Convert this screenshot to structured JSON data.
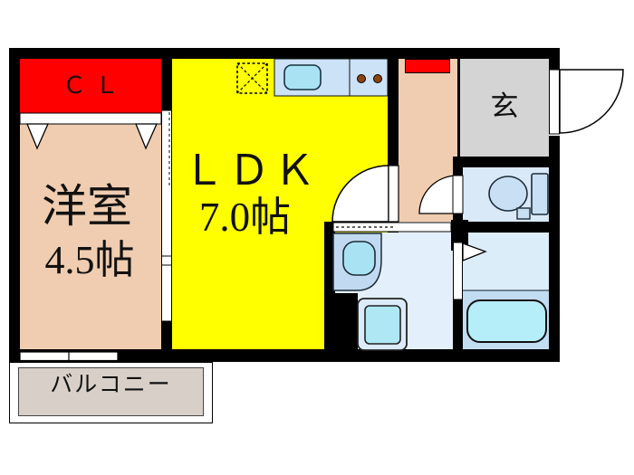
{
  "plan": {
    "type": "apartment-floor-plan",
    "rooms": {
      "closet": {
        "label": "ＣＬ"
      },
      "western_room": {
        "name": "洋室",
        "size": "4.5帖"
      },
      "ldk": {
        "name": "ＬＤＫ",
        "size": "7.0帖"
      },
      "entrance": {
        "label": "玄"
      },
      "balcony": {
        "label": "バルコニー"
      }
    },
    "fixtures": {
      "kitchen_sink": "kitchen sink",
      "stove": "two-burner stove",
      "refrigerator_space": "refrigerator space",
      "toilet": "toilet",
      "washbasin": "washbasin",
      "washing_machine_pan": "washing machine pan",
      "bathtub": "bathtub"
    },
    "colors": {
      "wall": "#000000",
      "ldk_fill": "#FFFF00",
      "room_fill": "#F0CDB0",
      "closet_fill": "#FF0000",
      "entrance_fill": "#D4D4D4",
      "toilet_room_fill": "#D9E9F8",
      "washroom_fill": "#E3F0FB",
      "bathroom_fill": "#DCEDFA",
      "bath_lower_fill": "#C2DDF2",
      "counter_fill": "#CBE2F7",
      "fixture_fill": "#A9E3F3",
      "bathtub_fill": "#B5EEF9",
      "balcony_fill": "#D8D0C8",
      "burner": "#8A4512"
    }
  }
}
